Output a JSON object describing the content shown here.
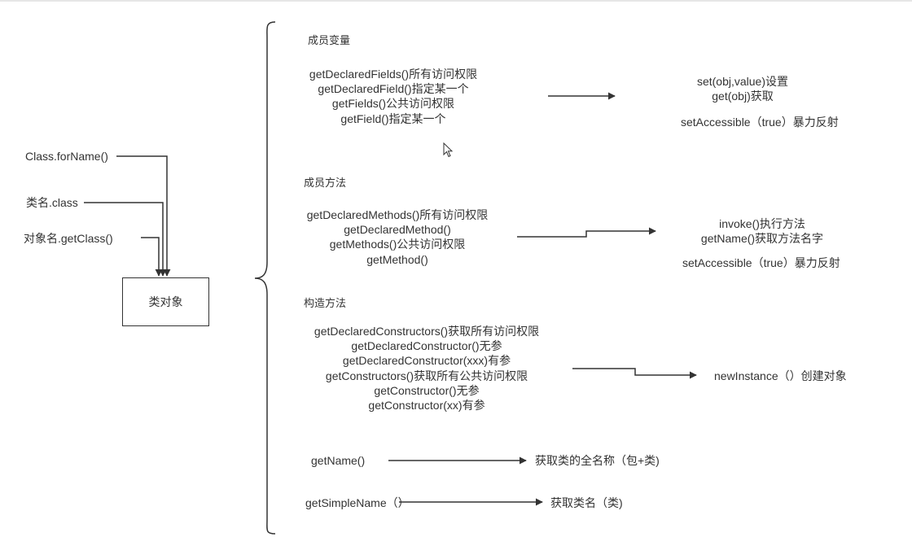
{
  "sources": {
    "forname": "Class.forName()",
    "classname": "类名.class",
    "getclass": "对象名.getClass()"
  },
  "class_object": "类对象",
  "fields": {
    "header": "成员变量",
    "methods": [
      "getDeclaredFields()所有访问权限",
      "getDeclaredField()指定某一个",
      "getFields()公共访问权限",
      "getField()指定某一个"
    ],
    "ops": [
      "set(obj,value)设置",
      "get(obj)获取"
    ],
    "accessible": "setAccessible（true）暴力反射"
  },
  "methods": {
    "header": "成员方法",
    "methods": [
      "getDeclaredMethods()所有访问权限",
      "getDeclaredMethod()",
      "getMethods()公共访问权限",
      "getMethod()"
    ],
    "ops": [
      "invoke()执行方法",
      "getName()获取方法名字"
    ],
    "accessible": "setAccessible（true）暴力反射"
  },
  "constructors": {
    "header": "构造方法",
    "methods": [
      "getDeclaredConstructors()获取所有访问权限",
      "getDeclaredConstructor()无参",
      "getDeclaredConstructor(xxx)有参",
      "getConstructors()获取所有公共访问权限",
      "getConstructor()无参",
      "getConstructor(xx)有参"
    ],
    "op": "newInstance（）创建对象"
  },
  "getname": {
    "call": "getName()",
    "result": "获取类的全名称（包+类)"
  },
  "getsimplename": {
    "call": "getSimpleName（）",
    "result": "获取类名（类)"
  },
  "colors": {
    "line": "#333333",
    "text": "#333333",
    "border": "#e6e6e6"
  }
}
